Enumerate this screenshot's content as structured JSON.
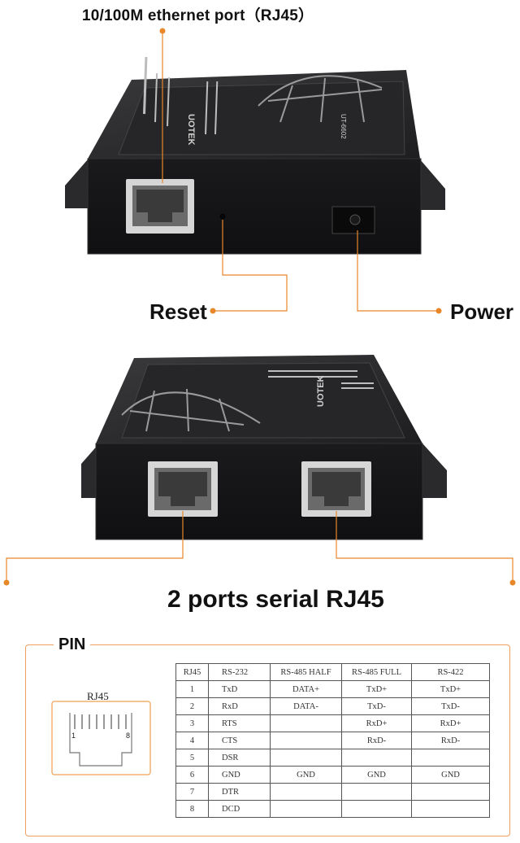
{
  "labels": {
    "ethernet_port": "10/100M ethernet port（RJ45）",
    "reset": "Reset",
    "power": "Power",
    "serial_ports": "2 ports serial RJ45",
    "pin_section": "PIN",
    "rj45_diagram_title": "RJ45",
    "pin_first": "1",
    "pin_last": "8"
  },
  "device_markings": {
    "brand": "UOTEK",
    "model": "UT-6602"
  },
  "colors": {
    "accent": "#e8872a",
    "frame": "#f0a060",
    "device_body": "#1c1c1e",
    "device_top": "#2c2c2e"
  },
  "pin_table": {
    "headers": [
      "RJ45",
      "RS-232",
      "RS-485 HALF",
      "RS-485 FULL",
      "RS-422"
    ],
    "rows": [
      [
        "1",
        "TxD",
        "DATA+",
        "TxD+",
        "TxD+"
      ],
      [
        "2",
        "RxD",
        "DATA-",
        "TxD-",
        "TxD-"
      ],
      [
        "3",
        "RTS",
        "",
        "RxD+",
        "RxD+"
      ],
      [
        "4",
        "CTS",
        "",
        "RxD-",
        "RxD-"
      ],
      [
        "5",
        "DSR",
        "",
        "",
        ""
      ],
      [
        "6",
        "GND",
        "GND",
        "GND",
        "GND"
      ],
      [
        "7",
        "DTR",
        "",
        "",
        ""
      ],
      [
        "8",
        "DCD",
        "",
        "",
        ""
      ]
    ]
  }
}
